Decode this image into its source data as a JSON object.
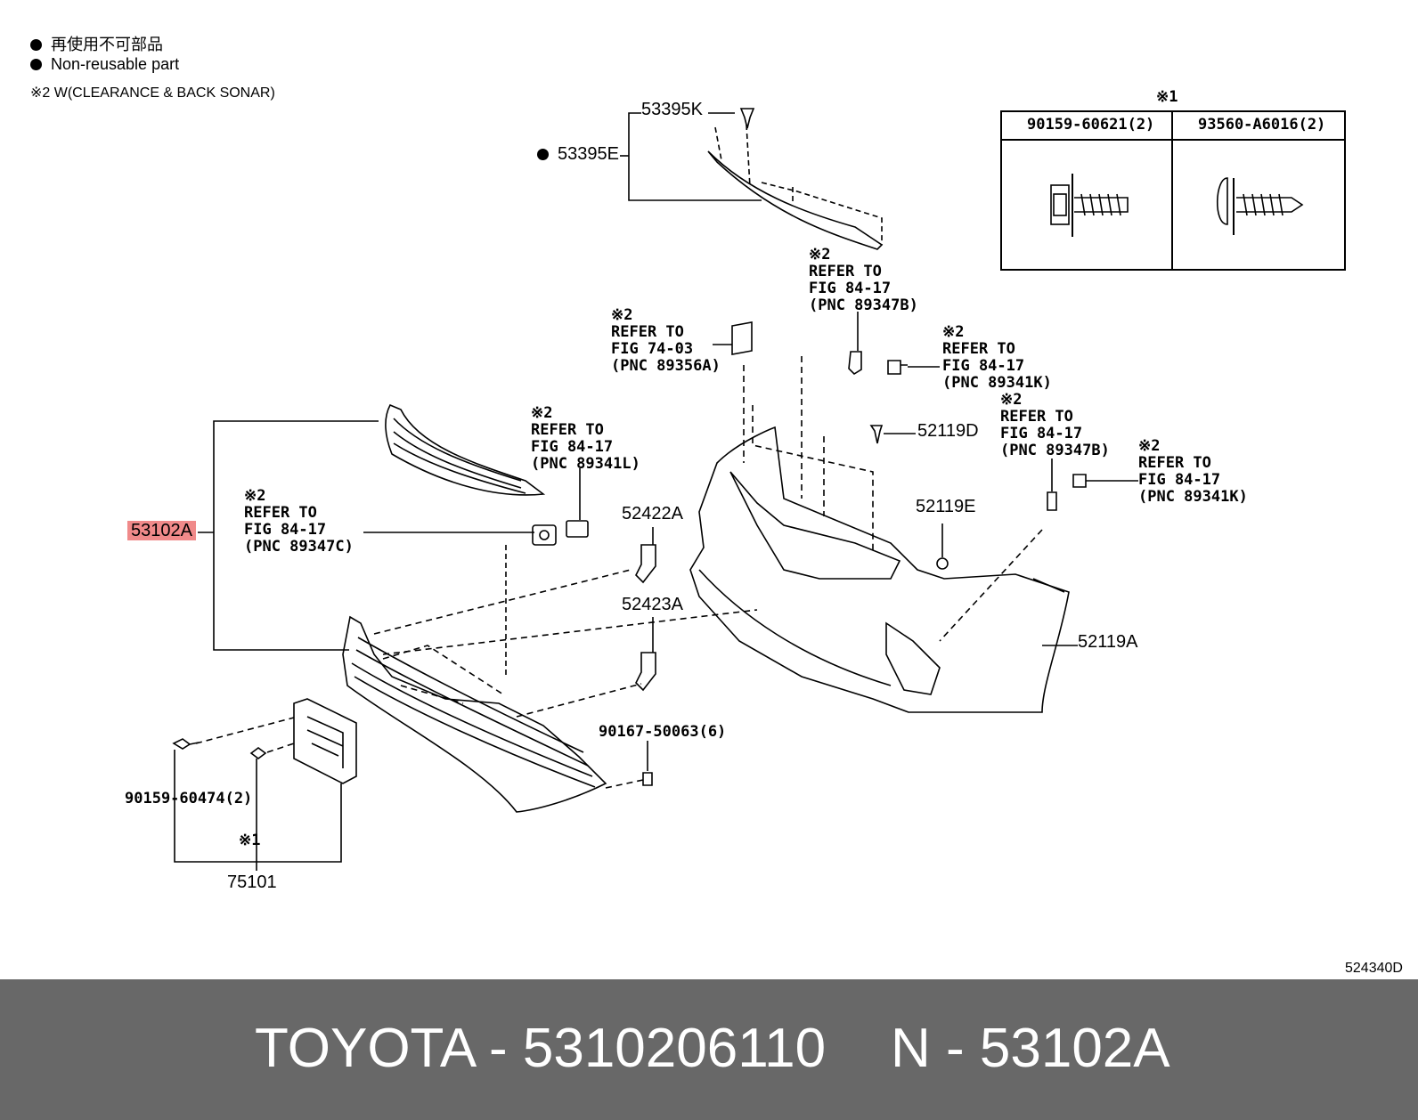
{
  "legend": {
    "line1_jp": "再使用不可部品",
    "line2": "Non-reusable part",
    "note2": "※2 W(CLEARANCE & BACK SONAR)"
  },
  "callouts": {
    "p53395K": "53395K",
    "p53395E": "53395E",
    "box_title": "※1",
    "box_col1": "90159-60621(2)",
    "box_col2": "93560-A6016(2)",
    "ref_89347B_top": [
      "※2",
      "REFER TO",
      "FIG 84-17",
      "(PNC 89347B)"
    ],
    "ref_89356A": [
      "※2",
      "REFER TO",
      "FIG 74-03",
      "(PNC 89356A)"
    ],
    "ref_89341K_top": [
      "※2",
      "REFER TO",
      "FIG 84-17",
      "(PNC 89341K)"
    ],
    "ref_89341L": [
      "※2",
      "REFER TO",
      "FIG 84-17",
      "(PNC 89341L)"
    ],
    "p52119D": "52119D",
    "ref_89347B_right": [
      "※2",
      "REFER TO",
      "FIG 84-17",
      "(PNC 89347B)"
    ],
    "ref_89341K_right": [
      "※2",
      "REFER TO",
      "FIG 84-17",
      "(PNC 89341K)"
    ],
    "ref_89347C": [
      "※2",
      "REFER TO",
      "FIG 84-17",
      "(PNC 89347C)"
    ],
    "p53102A": "53102A",
    "p52422A": "52422A",
    "p52119E": "52119E",
    "p52423A": "52423A",
    "p52119A": "52119A",
    "p90167": "90167-50063(6)",
    "p90159_60474": "90159-60474(2)",
    "mark1_bottom": "※1",
    "p75101": "75101",
    "fig_code": "524340D"
  },
  "footer": {
    "brand_part": "TOYOTA - 5310206110",
    "pnc": "N - 53102A"
  }
}
